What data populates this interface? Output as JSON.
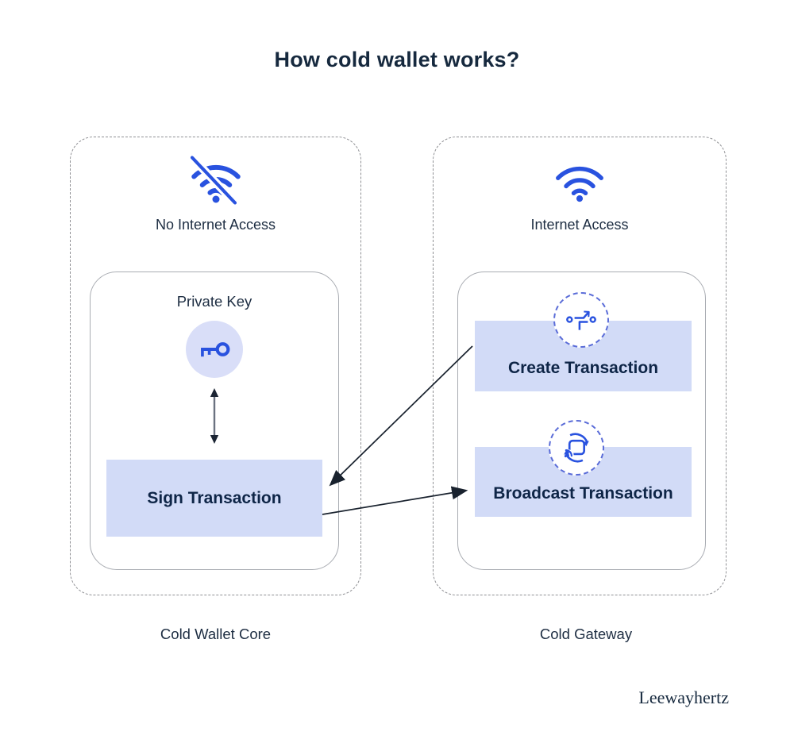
{
  "title": "How cold wallet works?",
  "colors": {
    "accent_blue": "#2952df",
    "dashed_circle_border": "#5a6cd8",
    "box_fill": "#d2dbf7",
    "key_circle_fill": "#d9def8",
    "title_text": "#16293e",
    "dark_text": "#1d2d42",
    "box_text": "#0e2547",
    "dashed_border": "#8f9094",
    "inner_border": "#a9acb2",
    "arrow": "#19222e",
    "v_arrow_line": "#6b7280"
  },
  "icons": {
    "left_status": "wifi-off-icon",
    "right_status": "wifi-icon",
    "private_key": "key-icon",
    "create_transaction": "swap-arrows-icon",
    "broadcast_transaction": "broadcast-sync-icon"
  },
  "left_panel": {
    "access_label": "No Internet Access",
    "inner": {
      "title": "Private Key",
      "sign_box_label": "Sign Transaction"
    },
    "caption": "Cold Wallet Core"
  },
  "right_panel": {
    "access_label": "Internet Access",
    "inner": {
      "create_box_label": "Create Transaction",
      "broadcast_box_label": "Broadcast Transaction"
    },
    "caption": "Cold Gateway"
  },
  "logo": "Leewayhertz"
}
